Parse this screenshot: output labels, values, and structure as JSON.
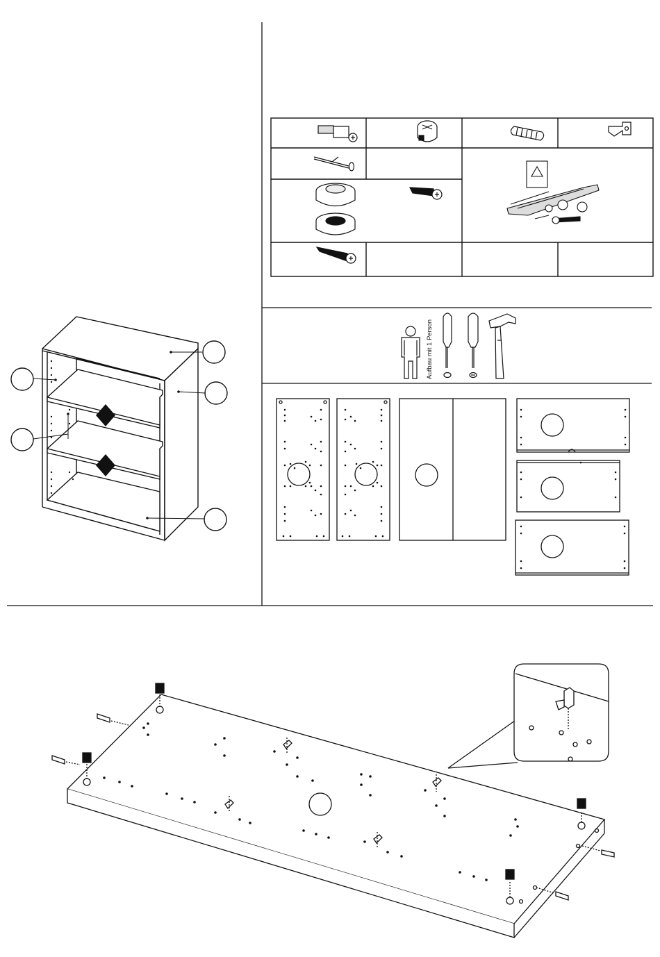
{
  "tools": {
    "assembly_note": "Aufbau mit 1 Person",
    "icons": [
      "person-icon",
      "flat-screwdriver-icon",
      "phillips-screwdriver-icon",
      "hammer-icon"
    ]
  },
  "parts": {
    "fittings_icons": [
      "cam-bolt-icon",
      "cam-lock-icon",
      "wooden-dowel-icon",
      "shelf-support-icon",
      "nail-icon",
      "felt-glide-icon",
      "short-screw-icon",
      "wall-fixing-kit-icon",
      "long-screw-icon"
    ],
    "panel_icons": [
      "side-panel-left",
      "side-panel-right",
      "back-panel",
      "top-panel",
      "shelf-panel",
      "bottom-panel"
    ]
  },
  "colors": {
    "line": "#111111",
    "background": "#ffffff"
  }
}
